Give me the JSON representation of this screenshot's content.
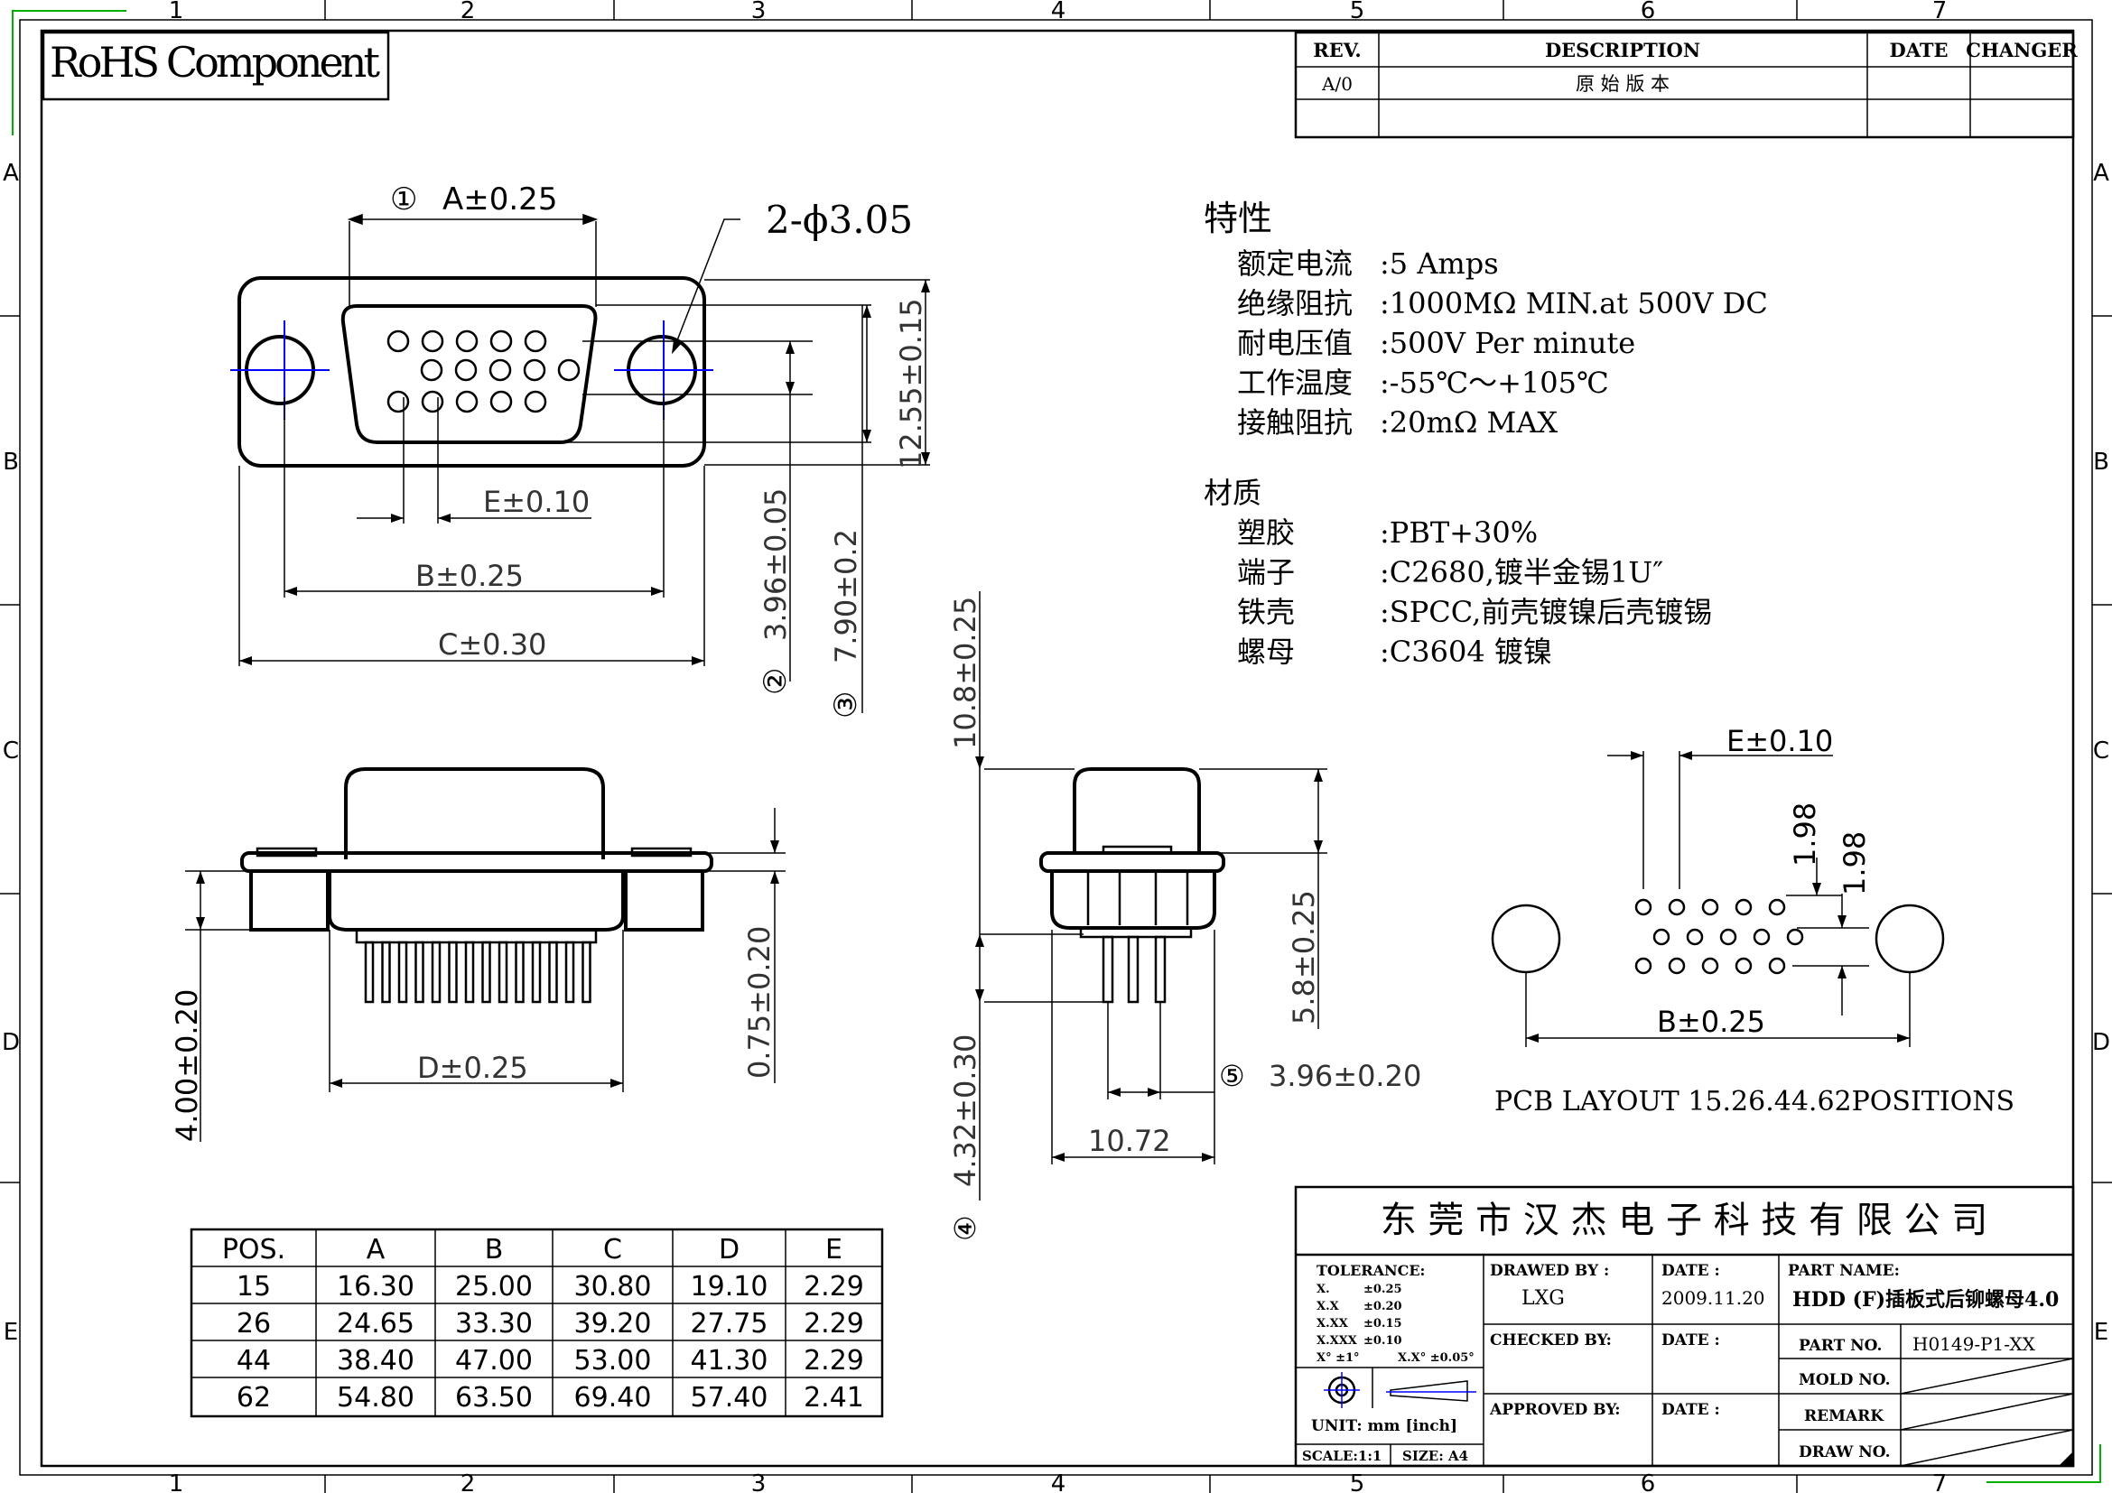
{
  "frame": {
    "columns": [
      "1",
      "2",
      "3",
      "4",
      "5",
      "6",
      "7"
    ],
    "rows": [
      "A",
      "B",
      "C",
      "D",
      "E"
    ]
  },
  "rohs_label": "RoHS Component",
  "revision_table": {
    "headers": {
      "rev": "REV.",
      "description": "DESCRIPTION",
      "date": "DATE",
      "changer": "CHANGER"
    },
    "rows": [
      {
        "rev": "A/0",
        "description": "原 始 版 本",
        "date": "",
        "changer": ""
      }
    ]
  },
  "specs": {
    "title": "特性",
    "items": [
      {
        "label": "额定电流",
        "value": ":5 Amps"
      },
      {
        "label": "绝缘阻抗",
        "value": ":1000MΩ  MIN.at  500V DC"
      },
      {
        "label": "耐电压值",
        "value": ":500V Per minute"
      },
      {
        "label": "工作温度",
        "value": ":-55℃～+105℃"
      },
      {
        "label": "接触阻抗",
        "value": ":20mΩ  MAX"
      }
    ]
  },
  "materials": {
    "title": "材质",
    "items": [
      {
        "label": "塑胶",
        "value": ":PBT+30%"
      },
      {
        "label": "端子",
        "value": ":C2680,镀半金锡1U″"
      },
      {
        "label": "铁壳",
        "value": ":SPCC,前壳镀镍后壳镀锡"
      },
      {
        "label": "螺母",
        "value": ":C3604  镀镍"
      }
    ]
  },
  "dims": {
    "a": "A±0.25",
    "a_num": "①",
    "hole": "2-ϕ3.05",
    "h1255": "12.55±0.15",
    "e": "E±0.10",
    "b": "B±0.25",
    "c": "C±0.30",
    "v396": "3.96±0.05",
    "v396_num": "②",
    "v790": "7.90±0.2",
    "v790_num": "③",
    "v108": "10.8±0.25",
    "v400": "4.00±0.20",
    "v075": "0.75±0.20",
    "d": "D±0.25",
    "v58": "5.8±0.25",
    "h396": "3.96±0.20",
    "h396_num": "⑤",
    "v432": "4.32±0.30",
    "v432_num": "④",
    "w1072": "10.72",
    "pcb_e": "E±0.10",
    "pcb_198a": "1.98",
    "pcb_198b": "1.98",
    "pcb_b": "B±0.25",
    "pcb_caption": "PCB  LAYOUT 15.26.44.62POSITIONS"
  },
  "pos_table": {
    "headers": [
      "POS.",
      "A",
      "B",
      "C",
      "D",
      "E"
    ],
    "rows": [
      [
        "15",
        "16.30",
        "25.00",
        "30.80",
        "19.10",
        "2.29"
      ],
      [
        "26",
        "24.65",
        "33.30",
        "39.20",
        "27.75",
        "2.29"
      ],
      [
        "44",
        "38.40",
        "47.00",
        "53.00",
        "41.30",
        "2.29"
      ],
      [
        "62",
        "54.80",
        "63.50",
        "69.40",
        "57.40",
        "2.41"
      ]
    ]
  },
  "title_block": {
    "company": "东 莞 市 汉 杰 电 子 科 技 有 限 公 司",
    "tolerance_title": "TOLERANCE:",
    "tolerances": [
      {
        "k": "X.",
        "v": "±0.25"
      },
      {
        "k": "X.X",
        "v": "±0.20"
      },
      {
        "k": "X.XX",
        "v": "±0.15"
      },
      {
        "k": "X.XXX",
        "v": "±0.10"
      }
    ],
    "angle_tol": "X° ±1°",
    "angle_tol2": "X.X° ±0.05°",
    "unit": "UNIT: mm  [inch]",
    "scale": "SCALE:1:1",
    "size": "SIZE: A4",
    "drawn_by_label": "DRAWED BY :",
    "drawn_by": "LXG",
    "date_label": "DATE :",
    "date": "2009.11.20",
    "checked_by_label": "CHECKED BY:",
    "approved_by_label": "APPROVED BY:",
    "part_name_label": "PART NAME:",
    "part_name": "HDD (F)插板式后铆螺母4.0",
    "part_no_label": "PART NO.",
    "part_no": "H0149-P1-XX",
    "mold_no_label": "MOLD NO.",
    "remark_label": "REMARK",
    "draw_no_label": "DRAW NO."
  }
}
